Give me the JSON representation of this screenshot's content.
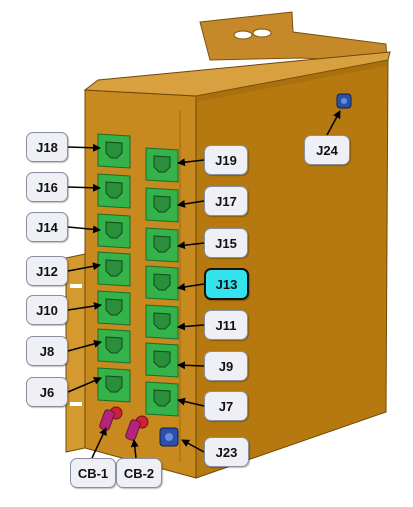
{
  "colors": {
    "enclosure": "#c88a1f",
    "enclosure_side": "#b5790f",
    "enclosure_shadow": "#a06a0c",
    "receptacle": "#33b34a",
    "callout_bg": "#eef0f6",
    "highlight": "#33e3ee",
    "breaker": "#cc2233"
  },
  "callouts": {
    "j18": "J18",
    "j16": "J16",
    "j14": "J14",
    "j12": "J12",
    "j10": "J10",
    "j8": "J8",
    "j6": "J6",
    "j19": "J19",
    "j17": "J17",
    "j15": "J15",
    "j13": "J13",
    "j11": "J11",
    "j9": "J9",
    "j7": "J7",
    "j23": "J23",
    "j24": "J24",
    "cb1": "CB-1",
    "cb2": "CB-2"
  },
  "selected_callout": "J13",
  "icons": {
    "receptacle": "iec-receptacle-icon",
    "breaker": "circuit-breaker-icon",
    "connector": "circular-connector-icon"
  }
}
